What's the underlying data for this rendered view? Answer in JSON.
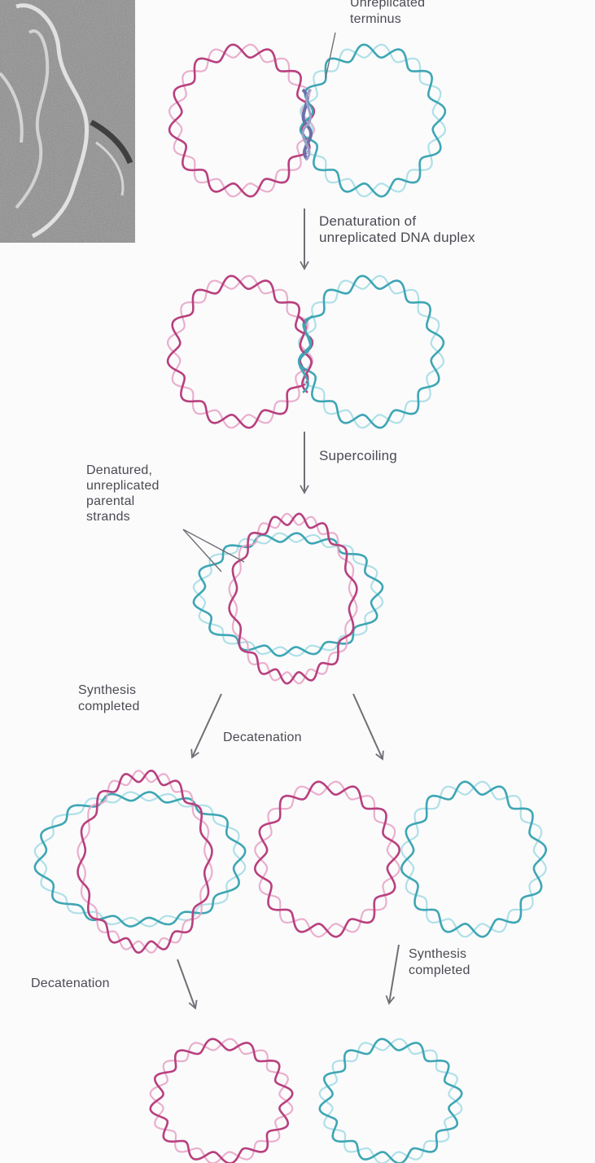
{
  "colors": {
    "magenta_strand": "#b8407e",
    "magenta_light": "#e8a6c8",
    "cyan_strand": "#3ea6b4",
    "cyan_light": "#a6dde4",
    "label_text": "#4a4a52",
    "arrow": "#6f6f76",
    "micrograph_bg": "#8d8d8d"
  },
  "labels": {
    "unreplicated_terminus": "Unreplicated\nterminus",
    "denaturation_duplex": "Denaturation of\nunreplicated DNA duplex",
    "supercoiling": "Supercoiling",
    "denatured_strands": "Denatured,\nunreplicated\nparental\nstrands",
    "synthesis_completed_left": "Synthesis\ncompleted",
    "decatenation_mid": "Decatenation",
    "synthesis_completed_right": "Synthesis\ncompleted",
    "decatenation_left": "Decatenation"
  }
}
